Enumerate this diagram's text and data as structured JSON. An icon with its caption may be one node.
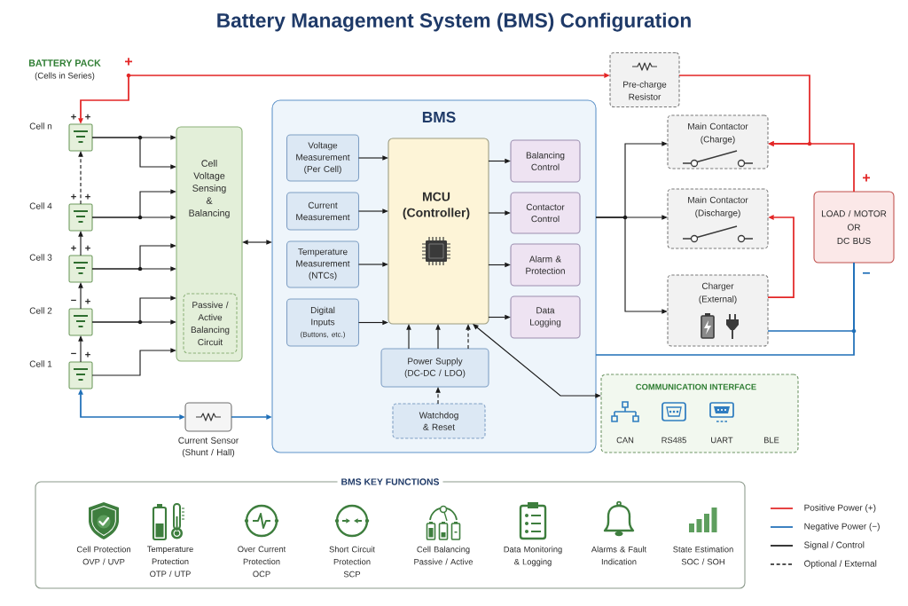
{
  "diagram": {
    "title": "Battery Management System (BMS) Configuration",
    "nodes": [
      {
        "text": [],
        "shape": "box",
        "beside": [
          "Cell n",
          "+",
          "+"
        ]
      },
      {
        "text": [],
        "shape": "box",
        "beside": [
          "Cell 4",
          "+",
          "+"
        ]
      },
      {
        "text": [],
        "shape": "box",
        "beside": [
          "Cell 3",
          "+",
          "+"
        ]
      },
      {
        "text": [],
        "shape": "box",
        "beside": [
          "Cell 2",
          "−",
          "+"
        ]
      },
      {
        "text": [],
        "shape": "box",
        "beside": [
          "Cell 1",
          "−",
          "+"
        ]
      },
      {
        "text": [
          "Cell Voltage Sensing & Balancing"
        ]
      },
      {
        "text": [
          "Passive / Active Balancing Circuit"
        ],
        "in": 5
      },
      {
        "text": [],
        "shape": "box",
        "beside": [
          "Current Sensor (Shunt / Hall)"
        ]
      },
      {
        "text": [
          "BMS"
        ]
      },
      {
        "text": [
          "Voltage Measurement (Per Cell)"
        ],
        "in": 8
      },
      {
        "text": [
          "Current Measurement"
        ],
        "in": 8
      },
      {
        "text": [
          "Temperature Measurement (NTCs)"
        ],
        "in": 8
      },
      {
        "text": [
          "Digital Inputs",
          "(Buttons, etc.)"
        ],
        "in": 8
      },
      {
        "text": [
          "MCU (Controller)"
        ],
        "in": 8
      },
      {
        "text": [
          "Balancing Control"
        ],
        "in": 8
      },
      {
        "text": [
          "Contactor Control"
        ],
        "in": 8
      },
      {
        "text": [
          "Alarm & Protection"
        ],
        "in": 8
      },
      {
        "text": [
          "Data Logging"
        ],
        "in": 8
      },
      {
        "text": [
          "Power Supply (DC-DC / LDO)"
        ],
        "in": 8
      },
      {
        "text": [
          "Watchdog & Reset"
        ],
        "in": 8
      },
      {
        "text": [
          "Pre-charge Resistor"
        ]
      },
      {
        "text": [
          "Main Contactor (Charge)"
        ]
      },
      {
        "text": [
          "Main Contactor (Discharge)"
        ]
      },
      {
        "text": [
          "Charger (External)"
        ]
      },
      {
        "text": [
          "LOAD / MOTOR OR DC BUS"
        ]
      },
      {
        "text": [
          "COMMUNICATION INTERFACE",
          "CAN",
          "RS485",
          "UART",
          "BLE"
        ]
      },
      {
        "text": [
          "BMS KEY FUNCTIONS",
          "Cell Protection OVP / UVP",
          "Temperature Protection OTP / UTP",
          "Over Current Protection OCP",
          "Short Circuit Protection SCP",
          "Cell Balancing Passive / Active",
          "Data Monitoring & Logging",
          "Alarms & Fault Indication",
          "State Estimation SOC / SOH"
        ]
      }
    ],
    "edges": [
      {
        "from": 0,
        "to": 20,
        "arrow": "both",
        "color": "#e32626"
      },
      {
        "from": 4,
        "to": 3,
        "arrow": "to"
      },
      {
        "from": 3,
        "to": 2,
        "arrow": "to"
      },
      {
        "from": 2,
        "to": 1,
        "arrow": "to"
      },
      {
        "from": 1,
        "to": 0,
        "arrow": "to",
        "style": "dashed"
      },
      {
        "from": 0,
        "to": 5,
        "arrow": "to"
      },
      {
        "from": 0,
        "to": 5,
        "arrow": "to"
      },
      {
        "from": 1,
        "to": 5,
        "arrow": "to"
      },
      {
        "from": 1,
        "to": 5,
        "arrow": "to"
      },
      {
        "from": 2,
        "to": 5,
        "arrow": "to"
      },
      {
        "from": 2,
        "to": 5,
        "arrow": "to"
      },
      {
        "from": 3,
        "to": 5,
        "arrow": "to"
      },
      {
        "from": 3,
        "to": 5,
        "arrow": "to"
      },
      {
        "from": 4,
        "to": 5,
        "arrow": "to"
      },
      {
        "from": 5,
        "to": 8,
        "arrow": "both"
      },
      {
        "from": 4,
        "to": 7,
        "arrow": "both",
        "color": "#1f6fb8"
      },
      {
        "from": 7,
        "to": 8,
        "arrow": "to",
        "color": "#1f6fb8"
      },
      {
        "from": 9,
        "to": 13,
        "arrow": "to"
      },
      {
        "from": 10,
        "to": 13,
        "arrow": "to"
      },
      {
        "from": 11,
        "to": 13,
        "arrow": "to"
      },
      {
        "from": 12,
        "to": 13,
        "arrow": "to"
      },
      {
        "from": 13,
        "to": 14,
        "arrow": "to"
      },
      {
        "from": 13,
        "to": 15,
        "arrow": "to"
      },
      {
        "from": 13,
        "to": 16,
        "arrow": "to"
      },
      {
        "from": 13,
        "to": 17,
        "arrow": "to"
      },
      {
        "from": 18,
        "to": 13,
        "arrow": "to"
      },
      {
        "from": 18,
        "to": 13,
        "arrow": "to"
      },
      {
        "from": 18,
        "to": 13,
        "arrow": "to",
        "style": "dashed"
      },
      {
        "from": 19,
        "to": 18,
        "arrow": "to",
        "style": "dashed"
      },
      {
        "from": 13,
        "to": 25,
        "arrow": "both"
      },
      {
        "from": 8,
        "to": 21,
        "arrow": "to"
      },
      {
        "from": 8,
        "to": 22,
        "arrow": "to"
      },
      {
        "from": 8,
        "to": 23,
        "arrow": "to"
      },
      {
        "from": 20,
        "to": 21,
        "arrow": "to",
        "color": "#e32626"
      },
      {
        "from": 24,
        "to": 21,
        "arrow": "to",
        "color": "#e32626"
      },
      {
        "from": 23,
        "to": 22,
        "arrow": "to",
        "color": "#e32626"
      },
      {
        "from": 23,
        "to": 24,
        "arrow": "none",
        "color": "#1f6fb8"
      },
      {
        "from": 8,
        "to": 24,
        "arrow": "none",
        "color": "#1f6fb8"
      }
    ],
    "labels": [
      "BATTERY PACK",
      "+",
      "(Cells in Series)",
      "+",
      "−"
    ],
    "legend": [
      {
        "text": "Positive Power (+)"
      },
      {
        "text": "Negative Power (−)"
      },
      {
        "text": "Signal / Control"
      },
      {
        "text": "Optional / External"
      }
    ]
  }
}
